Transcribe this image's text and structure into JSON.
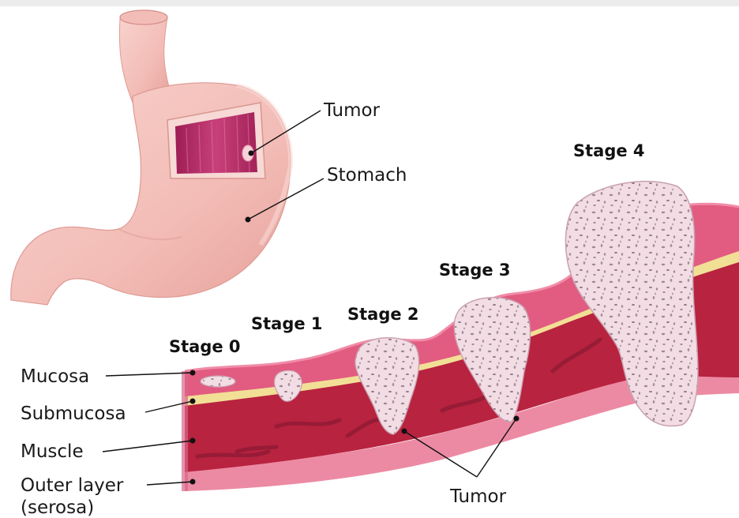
{
  "labels": {
    "tumor_top": "Tumor",
    "stomach": "Stomach",
    "mucosa": "Mucosa",
    "submucosa": "Submucosa",
    "muscle": "Muscle",
    "outer_layer_1": "Outer layer",
    "outer_layer_2": "(serosa)",
    "tumor_bottom": "Tumor"
  },
  "stages": [
    "Stage 0",
    "Stage 1",
    "Stage 2",
    "Stage 3",
    "Stage 4"
  ],
  "colors": {
    "stomach_outer": "#f5c3bd",
    "stomach_shade": "#e9a39d",
    "stomach_inner": "#c2306a",
    "mucosa": "#e15d80",
    "submucosa": "#f4e39a",
    "muscle": "#b8233f",
    "muscle_dark": "#8e1a33",
    "serosa": "#ee8da6",
    "tumor": "#f4dfe6",
    "tumor_edge": "#b48aa0"
  }
}
